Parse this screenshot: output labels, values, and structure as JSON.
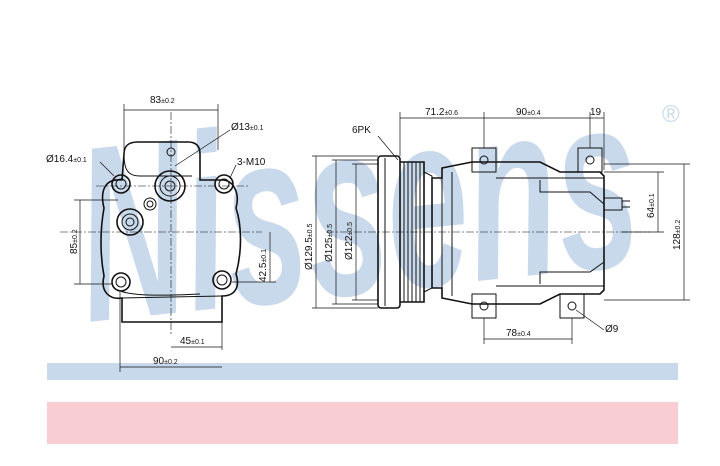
{
  "watermark": {
    "text": "Nissens",
    "registered": "®",
    "color": "#c9d9ec"
  },
  "colors": {
    "line": "#111111",
    "blue_band": "#c9d9ec",
    "pink_band": "#f8cdd4"
  },
  "front_view": {
    "top_width": {
      "value": "83",
      "tol": "±0.2"
    },
    "bolt_hole": {
      "value": "Ø13",
      "tol": "±0.1"
    },
    "port_dia": {
      "value": "Ø16.4",
      "tol": "±0.1"
    },
    "thread": {
      "value": "3-M10"
    },
    "height": {
      "value": "85",
      "tol": "±0.2"
    },
    "lower_height": {
      "value": "42.5",
      "tol": "±0.1"
    },
    "half_width": {
      "value": "45",
      "tol": "±0.1"
    },
    "bottom_width": {
      "value": "90",
      "tol": "±0.2"
    }
  },
  "side_view": {
    "pulley_grooves": {
      "value": "6PK"
    },
    "offset_1": {
      "value": "71.2",
      "tol": "±0.6"
    },
    "mount_span": {
      "value": "90",
      "tol": "±0.4"
    },
    "mount_end": {
      "value": "19"
    },
    "dia_outer": {
      "value": "Ø129.5",
      "tol": "±0.5"
    },
    "dia_mid": {
      "value": "Ø125",
      "tol": "±0.5"
    },
    "dia_inner": {
      "value": "Ø122",
      "tol": "±0.5"
    },
    "height_64": {
      "value": "64",
      "tol": "±0.1"
    },
    "height_128": {
      "value": "128",
      "tol": "±0.2"
    },
    "bottom_span": {
      "value": "78",
      "tol": "±0.4"
    },
    "hole_dia": {
      "value": "Ø9"
    }
  }
}
